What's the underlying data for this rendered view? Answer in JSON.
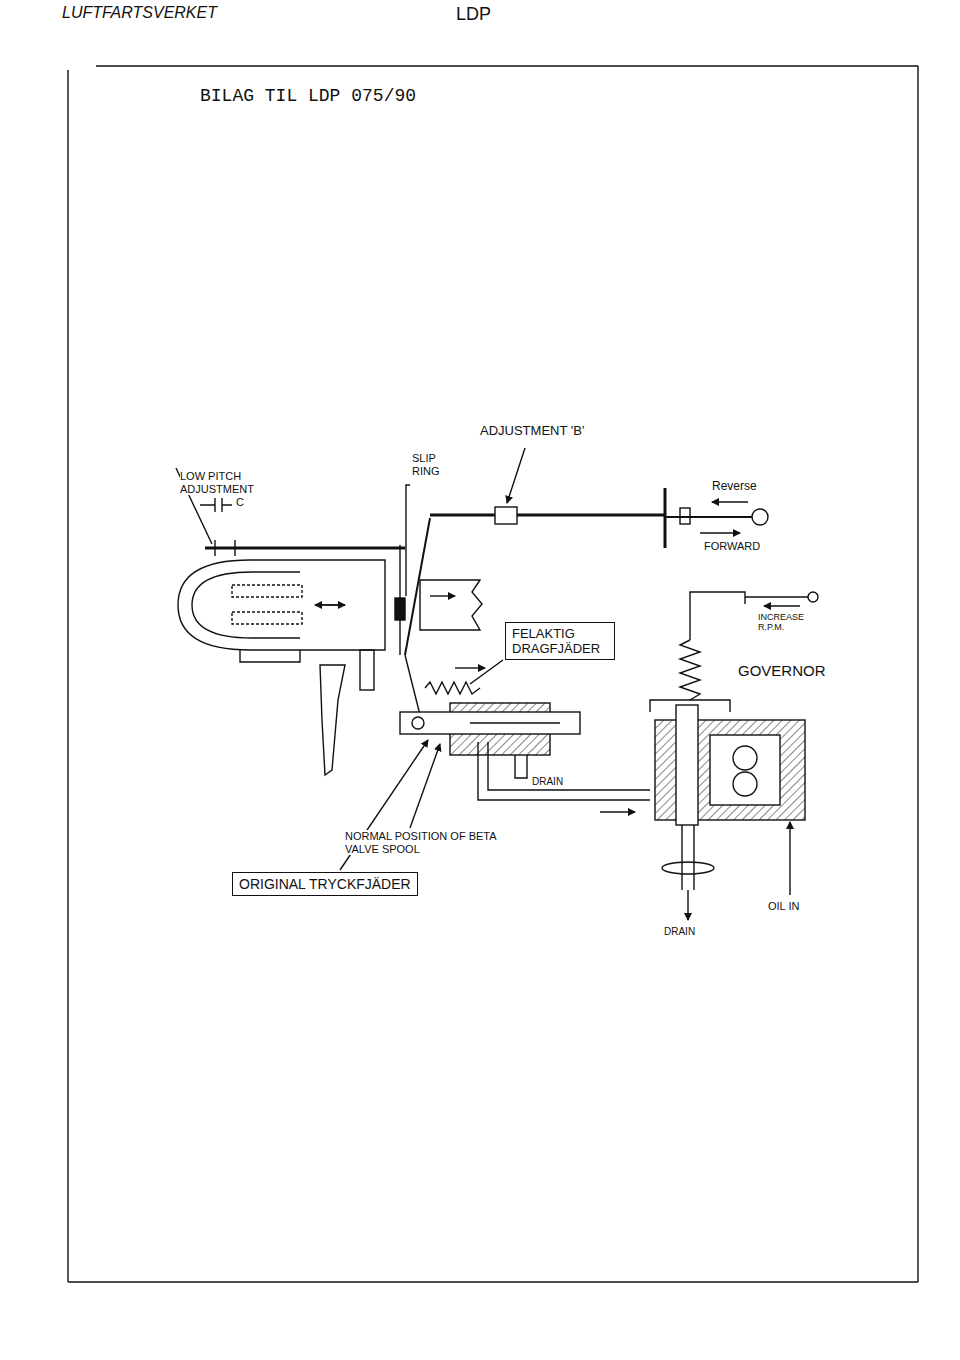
{
  "diagram": {
    "title": "BILAG TIL LDP 075/90",
    "nodes": [
      {
        "text": [
          "FELAKTIG DRAGFJÄDER"
        ]
      },
      {
        "text": [
          "ORIGINAL TRYCKFJÄDER"
        ]
      }
    ],
    "labels": [
      "LUFTFARTSVERKET",
      "LDP",
      "LOW PITCH ADJUSTMENT",
      "C",
      "SLIP RING",
      "ADJUSTMENT 'B'",
      "Reverse",
      "FORWARD",
      "INCREASE R.P.M.",
      "GOVERNOR",
      "DRAIN",
      "NORMAL POSITION OF BETA VALVE SPOOL",
      "DRAIN",
      "OIL IN"
    ]
  }
}
